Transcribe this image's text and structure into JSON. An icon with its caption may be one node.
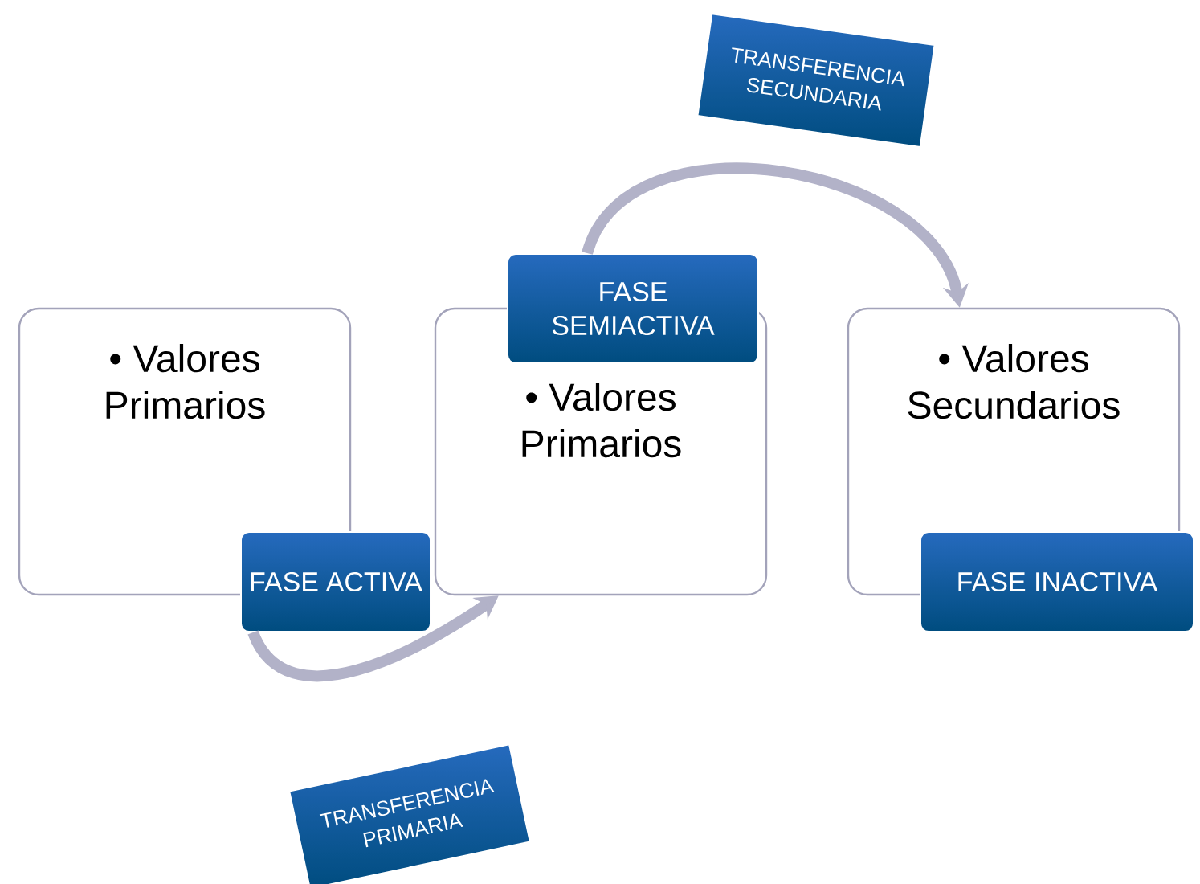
{
  "diagram": {
    "nodes": [
      {
        "text": [
          "• Valores Primarios"
        ]
      },
      {
        "text": [
          "FASE ACTIVA"
        ]
      },
      {
        "text": [
          "• Valores Primarios"
        ]
      },
      {
        "text": [
          "FASE SEMIACTIVA"
        ]
      },
      {
        "text": [
          "• Valores Secundarios"
        ]
      },
      {
        "text": [
          "FASE INACTIVA"
        ]
      },
      {
        "text": [
          "TRANSFERENCIA PRIMARIA"
        ]
      },
      {
        "text": [
          "TRANSFERENCIA SECUNDARIA"
        ]
      }
    ],
    "edges": [
      {
        "from": 1,
        "to": 2,
        "arrow": "to"
      },
      {
        "from": 3,
        "to": 4,
        "arrow": "to"
      }
    ]
  }
}
